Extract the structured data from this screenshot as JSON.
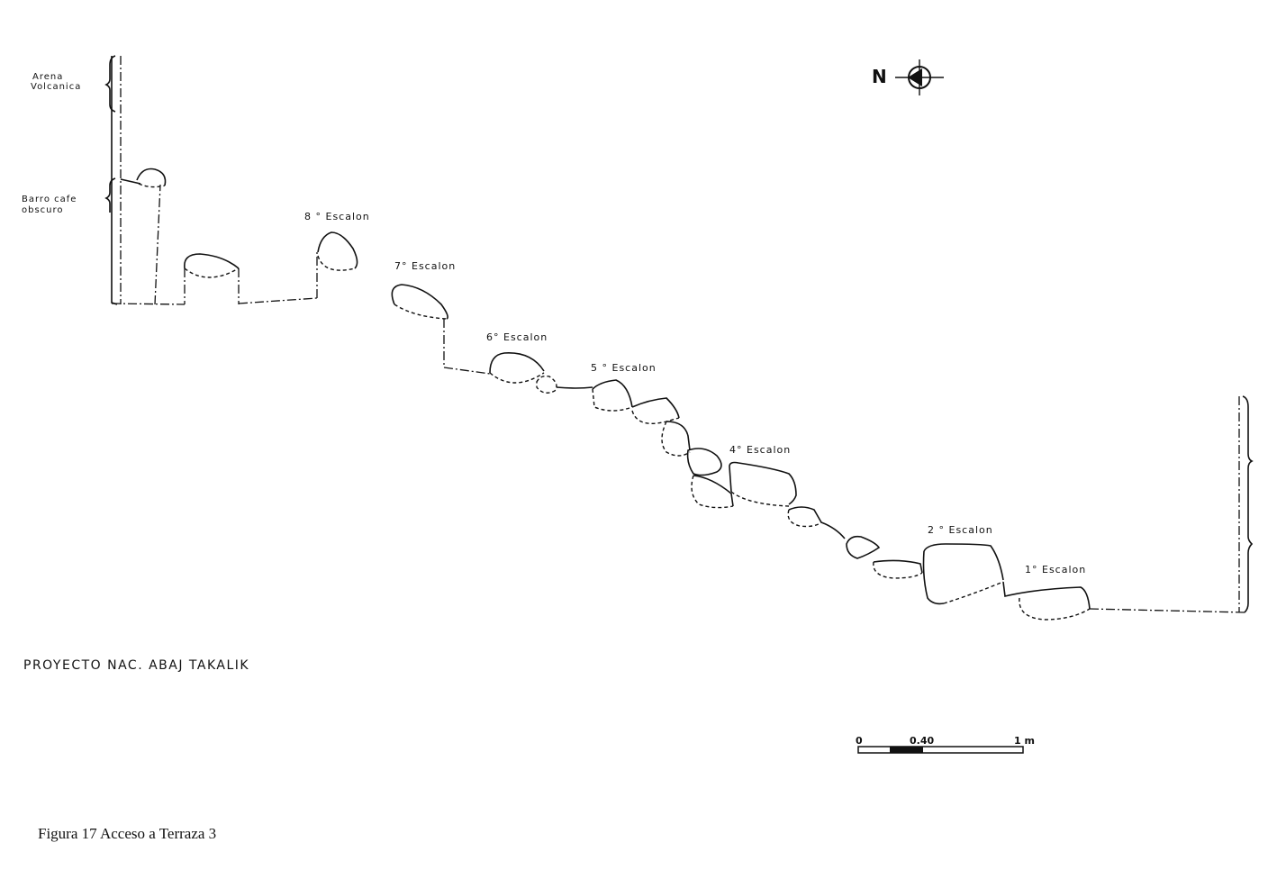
{
  "strata": {
    "arena": "Arena\nVolcanica",
    "arena_line1": "Arena",
    "arena_line2": "Volcanica",
    "barro_line1": "Barro cafe",
    "barro_line2": "obscuro"
  },
  "steps": [
    {
      "id": "8",
      "label": "8 ° Escalon"
    },
    {
      "id": "7",
      "label": "7° Escalon"
    },
    {
      "id": "6",
      "label": "6° Escalon"
    },
    {
      "id": "5",
      "label": "5 ° Escalon"
    },
    {
      "id": "4",
      "label": "4° Escalon"
    },
    {
      "id": "2",
      "label": "2 ° Escalon"
    },
    {
      "id": "1",
      "label": "1° Escalon"
    }
  ],
  "north_label": "N",
  "scale": {
    "start": "0",
    "mid": "0.40",
    "end": "1 m"
  },
  "project_title": "PROYECTO NAC. ABAJ TAKALIK",
  "figure_caption": "Figura 17 Acceso a Terraza 3"
}
